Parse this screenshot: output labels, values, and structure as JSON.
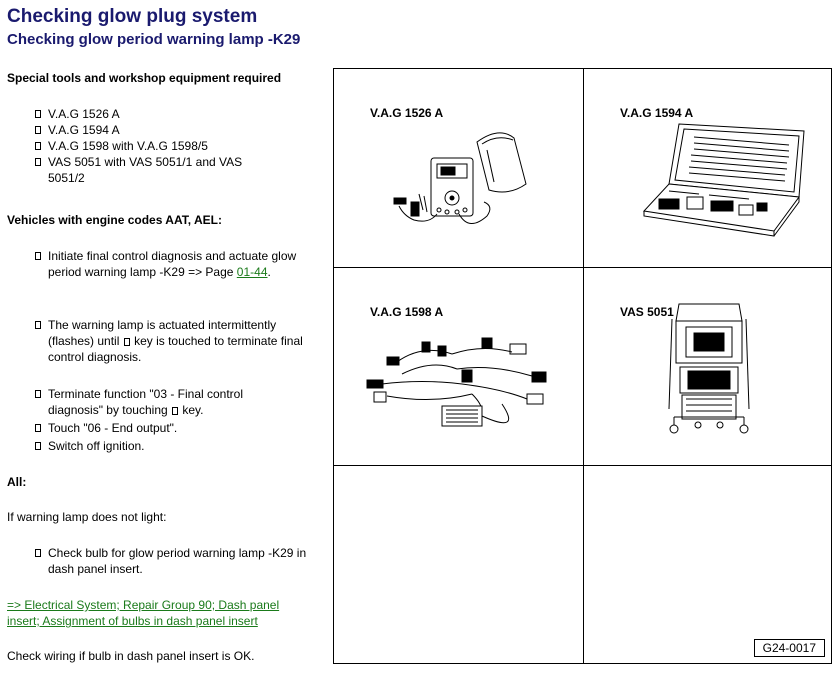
{
  "header": {
    "title": "Checking glow plug system",
    "subtitle": "Checking glow period warning lamp -K29"
  },
  "tools": {
    "heading": "Special tools and workshop equipment required",
    "items": [
      "V.A.G 1526 A",
      "V.A.G 1594 A",
      "V.A.G 1598 with V.A.G 1598/5",
      "VAS 5051 with VAS 5051/1 and VAS 5051/2"
    ]
  },
  "vehicles": {
    "heading": "Vehicles with engine codes AAT, AEL:",
    "step1_text": "Initiate final control diagnosis and actuate glow period warning lamp -K29 => Page ",
    "step1_link": "01-44",
    "step1_end": ".",
    "step2_a": "The warning lamp is actuated intermittently (flashes) until",
    "step2_b": "key is touched to terminate final control diagnosis.",
    "step3_a": "Terminate function \"03 - Final control diagnosis\" by touching",
    "step3_b": "key.",
    "step4": "Touch \"06 - End output\".",
    "step5": "Switch off ignition."
  },
  "all": {
    "heading": "All:",
    "condition": "If warning lamp does not light:",
    "step1": "Check bulb for glow period warning lamp -K29 in dash panel insert.",
    "link": "=> Electrical System; Repair Group 90; Dash panel insert; Assignment of bulbs in dash panel insert",
    "footer": "Check wiring if bulb in dash panel insert is OK."
  },
  "figure": {
    "labels": [
      "V.A.G 1526 A",
      "V.A.G 1594 A",
      "V.A.G 1598 A",
      "VAS 5051"
    ],
    "id": "G24-0017"
  }
}
